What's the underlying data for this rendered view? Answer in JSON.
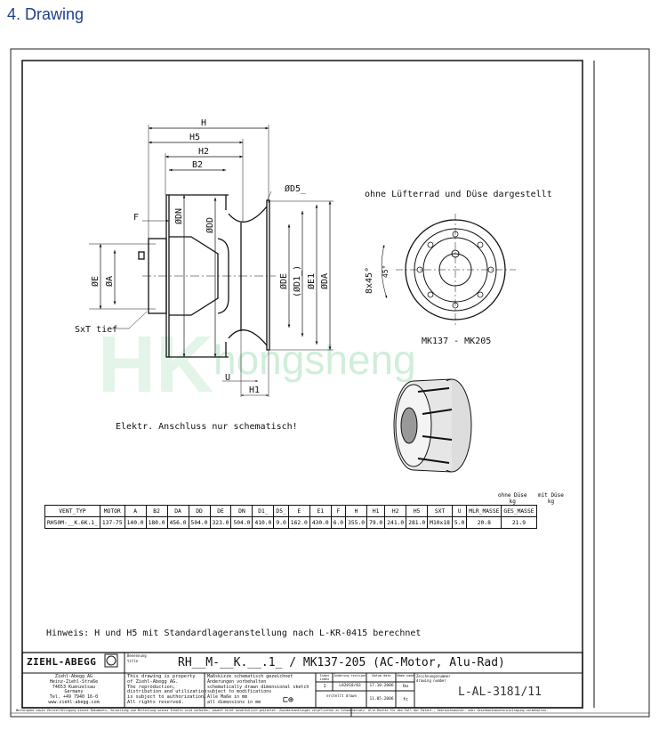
{
  "heading": "4. Drawing",
  "drawing": {
    "dims": {
      "H": "H",
      "H5": "H5",
      "H2": "H2",
      "B2": "B2",
      "F": "F",
      "DN": "ØDN",
      "DD": "ØDD",
      "D5": "ØD5_",
      "E": "ØE",
      "A": "ØA",
      "DE": "ØDE",
      "D1": "(ØD1_)",
      "E1": "ØE1",
      "DA": "ØDA",
      "U": "U",
      "H1": "H1",
      "SxT": "SxT tief"
    },
    "note_right": "ohne Lüfterrad und Düse dargestellt",
    "angle_label": "8x45°",
    "angle2": "45°",
    "motor_range": "MK137 - MK205",
    "elektr_note": "Elektr. Anschluss nur schematisch!",
    "watermark": "hongsheng"
  },
  "table": {
    "weight_headers": [
      {
        "top": "ohne Düse",
        "unit": "kg"
      },
      {
        "top": "mit Düse",
        "unit": "kg"
      }
    ],
    "headers": [
      "VENT_TYP",
      "MOTOR",
      "A",
      "B2",
      "DA",
      "DD",
      "DE",
      "DN",
      "D1_",
      "D5_",
      "E",
      "E1",
      "F",
      "H",
      "H1",
      "H2",
      "H5",
      "SXT",
      "U",
      "MLR_MASSE",
      "GES_MASSE"
    ],
    "row": [
      "RH50M-__K.6K.1_",
      "137-75",
      "140.0",
      "180.0",
      "456.0",
      "504.0",
      "323.0",
      "504.0",
      "410.0",
      "9.0",
      "162.0",
      "430.0",
      "6.0",
      "355.0",
      "79.0",
      "241.0",
      "281.0",
      "M10x18",
      "5.0",
      "20.8",
      "21.9"
    ]
  },
  "hinweis": "Hinweis: H und H5 mit Standardlageranstellung nach L-KR-0415 berechnet",
  "title_block": {
    "logo": "ZIEHL-ABEGG",
    "benennung": "Benennung",
    "title_label": "title",
    "title": "RH__M-__K.__.1_ / MK137-205 (AC-Motor, Alu-Rad)",
    "address": [
      "Ziehl-Abegg AG",
      "Heinz-Ziehl-Straße",
      "74653 Kuenzelsau",
      "Germany",
      "Tel. +49 7940 16-0",
      "www.ziehl-abegg.com"
    ],
    "property": [
      "This drawing is property",
      "of Ziehl-Abegg AG.",
      "The reproduction,",
      "distribution and utilization",
      "is subject to authorization.",
      "All rights reserved."
    ],
    "sketch": [
      "Maßskizze schematisch gezeichnet",
      "Änderungen vorbehalten",
      "schematically drawn dimensional sketch",
      "subject to modifications",
      "Alle Maße in mm",
      "all dimensions in mm"
    ],
    "index_h": "Index index",
    "aenderung_h": "Änderung revision",
    "datum_h": "Datum date",
    "name_h": "Name name",
    "index": "1",
    "revision": "L02018/03",
    "date": "17.10.2006",
    "name": "bu",
    "erstellt": "erstellt drawn",
    "erstellt_date": "11.05.2006",
    "erstellt_name": "fc",
    "drawing_number_label": "Zeichnungsnummer drawing number",
    "drawing_number": "L-AL-3181/11",
    "footer": "Weitergabe sowie Vervielfältigung dieses Dokuments, Verwertung und Mitteilung seines Inhalts sind verboten, soweit nicht ausdrücklich gestattet. Zuwiderhandlungen verpflichten zu Schadenersatz. Alle Rechte für den Fall der Patent-, Gebrauchsmuster- oder Geschmacksmustereintragung vorbehalten."
  }
}
